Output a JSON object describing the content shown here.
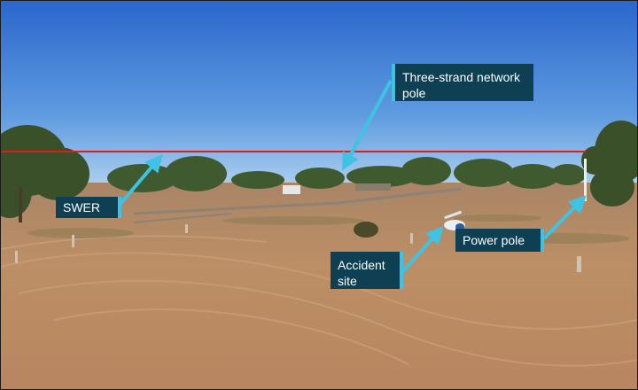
{
  "annotations": {
    "three_strand": "Three-strand network pole",
    "swer": "SWER",
    "power_pole": "Power pole",
    "accident_site": "Accident site"
  },
  "colors": {
    "sky_top": "#2f6fd0",
    "sky_bottom": "#9cc6ec",
    "ground": "#b98a62",
    "label_bg": "#0e3f52",
    "arrow": "#3ec3e4",
    "line_red": "#e11b1b"
  }
}
